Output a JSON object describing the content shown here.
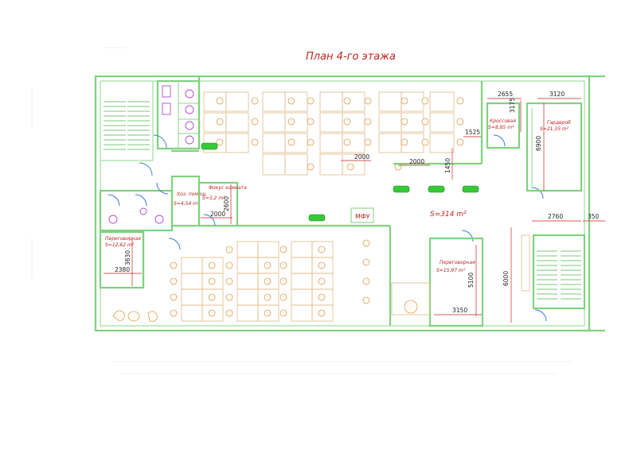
{
  "title": "План 4-го этажа",
  "total_area": "S=314 m²",
  "mfu_label": "МФУ",
  "rooms": {
    "storage": {
      "name": "Хоз. помещ.",
      "area": "S=4,54 m²"
    },
    "focus": {
      "name": "Фокус комната",
      "area": "S=5,2 m²"
    },
    "meeting_left": {
      "name": "Переговорная",
      "area": "S=12,62 m²"
    },
    "meeting_right": {
      "name": "Переговорная",
      "area": "S=15,97 m²"
    },
    "crossover": {
      "name": "Кроссовая",
      "area": "S=8,85 m²"
    },
    "wardrobe": {
      "name": "Гардероб",
      "area": "S=21,35 m²"
    }
  },
  "dimensions": {
    "d2655": "2655",
    "d3120": "3120",
    "d3175": "3175",
    "d1525": "1525",
    "d6900": "6900",
    "d2000_a": "2000",
    "d2000_b": "2000",
    "d1450": "1450",
    "d2000_focus": "2000",
    "d2600": "2600",
    "d3630": "3630",
    "d2380": "2380",
    "d5100": "5100",
    "d3150": "3150",
    "d2760": "2760",
    "d350": "350",
    "d6000": "6000"
  },
  "colors": {
    "wall": "#7fd27f",
    "furniture": "#e2b98a",
    "dimension": "#cc2222",
    "door": "#3a7fd0",
    "plant": "#36c936",
    "text": "#c02020"
  }
}
